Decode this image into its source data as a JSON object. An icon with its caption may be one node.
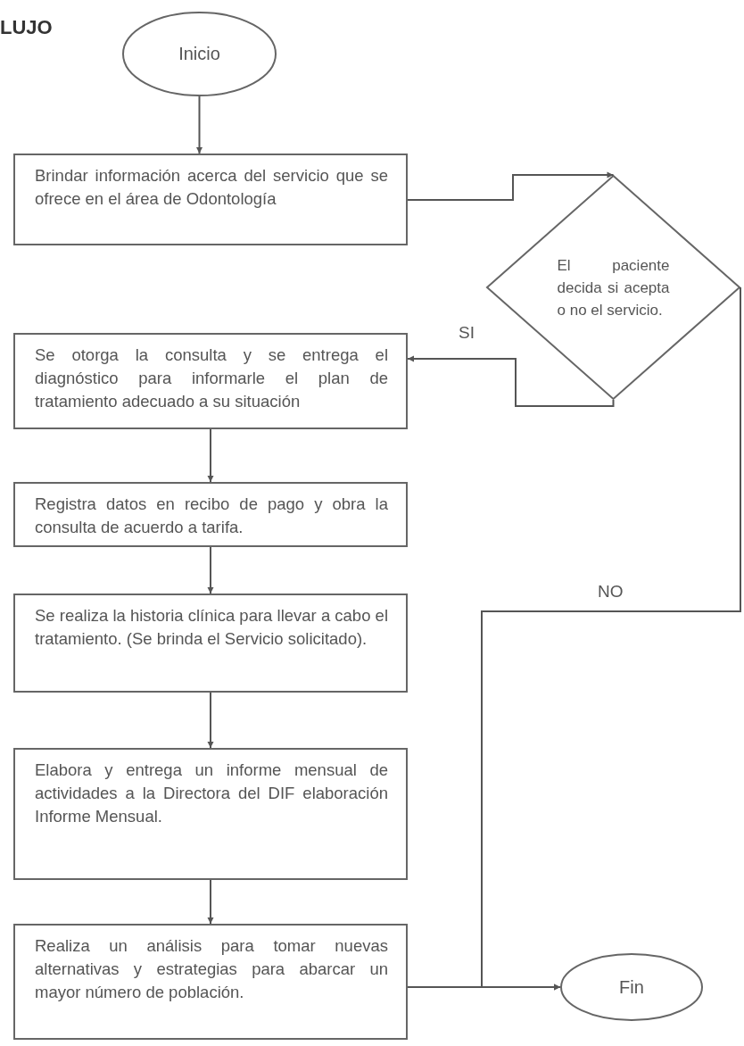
{
  "diagram": {
    "title": "LUJO",
    "nodes": [
      {
        "text": [
          "Inicio"
        ]
      },
      {
        "text": [
          "Brindar información acerca del servicio que se ofrece en el área de Odontología"
        ]
      },
      {
        "text": [
          "El paciente decida si acepta o no el servicio."
        ]
      },
      {
        "text": [
          "Se otorga la consulta y se entrega el diagnóstico para informarle el plan de tratamiento adecuado a su situación"
        ]
      },
      {
        "text": [
          "Registra datos en recibo de pago y obra la consulta de acuerdo a tarifa."
        ]
      },
      {
        "text": [
          "Se realiza la historia clínica para llevar a cabo el tratamiento. (Se brinda el Servicio solicitado)."
        ]
      },
      {
        "text": [
          "Elabora y entrega un informe mensual de actividades a la Directora del DIF elaboración Informe Mensual."
        ]
      },
      {
        "text": [
          "Realiza un análisis para tomar nuevas alternativas y estrategias para abarcar un mayor número de población."
        ]
      },
      {
        "text": [
          "Fin"
        ]
      }
    ],
    "edges": [
      {
        "from": 0,
        "to": 1,
        "arrow": "to"
      },
      {
        "from": 1,
        "to": 2,
        "arrow": "to"
      },
      {
        "from": 2,
        "to": 3,
        "arrow": "to",
        "label": "SI"
      },
      {
        "from": 3,
        "to": 4,
        "arrow": "to"
      },
      {
        "from": 4,
        "to": 5,
        "arrow": "to"
      },
      {
        "from": 5,
        "to": 6,
        "arrow": "to"
      },
      {
        "from": 6,
        "to": 7,
        "arrow": "to"
      },
      {
        "from": 7,
        "to": 8,
        "arrow": "to"
      },
      {
        "from": 2,
        "to": 8,
        "arrow": "to",
        "label": "NO"
      }
    ]
  }
}
